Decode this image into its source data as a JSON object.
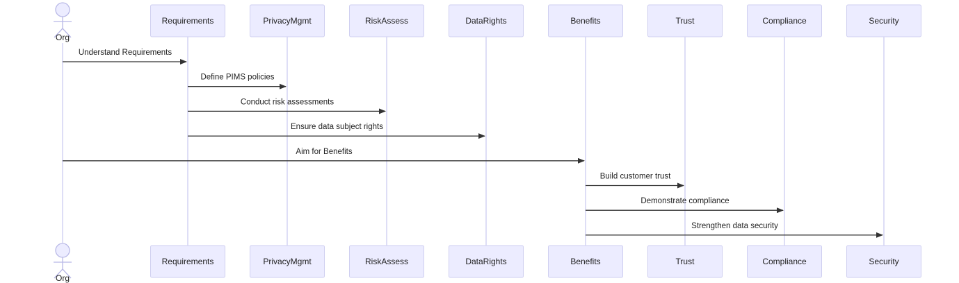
{
  "diagram": {
    "type": "sequence",
    "actor": {
      "id": "Org",
      "label": "Org"
    },
    "participants": [
      {
        "id": "Requirements",
        "label": "Requirements"
      },
      {
        "id": "PrivacyMgmt",
        "label": "PrivacyMgmt"
      },
      {
        "id": "RiskAssess",
        "label": "RiskAssess"
      },
      {
        "id": "DataRights",
        "label": "DataRights"
      },
      {
        "id": "Benefits",
        "label": "Benefits"
      },
      {
        "id": "Trust",
        "label": "Trust"
      },
      {
        "id": "Compliance",
        "label": "Compliance"
      },
      {
        "id": "Security",
        "label": "Security"
      }
    ],
    "messages": [
      {
        "from": "Org",
        "to": "Requirements",
        "label": "Understand Requirements"
      },
      {
        "from": "Requirements",
        "to": "PrivacyMgmt",
        "label": "Define PIMS policies"
      },
      {
        "from": "Requirements",
        "to": "RiskAssess",
        "label": "Conduct risk assessments"
      },
      {
        "from": "Requirements",
        "to": "DataRights",
        "label": "Ensure data subject rights"
      },
      {
        "from": "Org",
        "to": "Benefits",
        "label": "Aim for Benefits"
      },
      {
        "from": "Benefits",
        "to": "Trust",
        "label": "Build customer trust"
      },
      {
        "from": "Benefits",
        "to": "Compliance",
        "label": "Demonstrate compliance"
      },
      {
        "from": "Benefits",
        "to": "Security",
        "label": "Strengthen data security"
      }
    ]
  },
  "colors": {
    "actor_fill": "#ececff",
    "actor_border": "#cfcff0",
    "lifeline": "#c9c9ef",
    "arrow": "#333333",
    "text": "#222222"
  }
}
